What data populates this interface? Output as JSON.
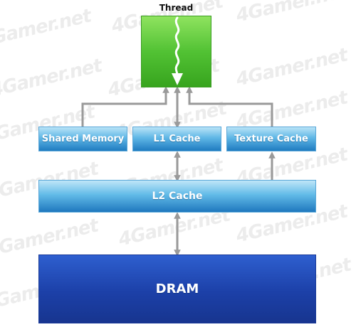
{
  "diagram": {
    "thread_label": "Thread",
    "shared_memory_label": "Shared Memory",
    "l1_cache_label": "L1 Cache",
    "texture_cache_label": "Texture Cache",
    "l2_cache_label": "L2 Cache",
    "dram_label": "DRAM"
  },
  "watermark": {
    "text": "4Gamer.net"
  },
  "colors": {
    "thread_fill": "#52c234",
    "cache_fill": "#5fb7e6",
    "dram_fill": "#1c40a8",
    "arrow": "#9a9a9a"
  }
}
